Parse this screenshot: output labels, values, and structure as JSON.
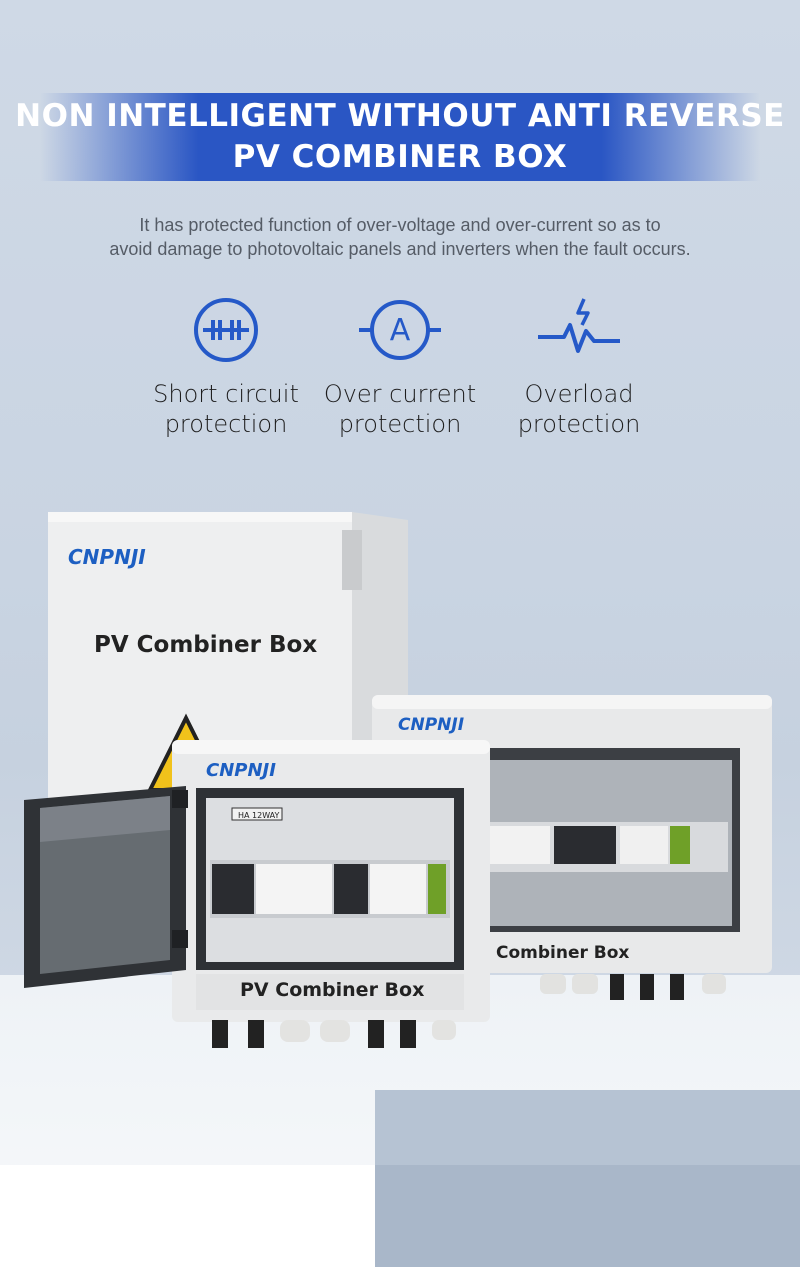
{
  "header": {
    "title_line1": "NON INTELLIGENT WITHOUT ANTI REVERSE",
    "title_line2": "PV COMBINER BOX"
  },
  "description": {
    "line1": "It has protected function of over-voltage and over-current so as to",
    "line2": "avoid damage to photovoltaic panels and inverters when the fault occurs."
  },
  "features": [
    {
      "icon": "short-circuit-icon",
      "line1": "Short circuit",
      "line2": "protection"
    },
    {
      "icon": "ammeter-icon",
      "line1": "Over current",
      "line2": "protection",
      "glyph": "A"
    },
    {
      "icon": "overload-icon",
      "line1": "Overload",
      "line2": "protection"
    }
  ],
  "product": {
    "brand": "CNPNJI",
    "back_label": "PV Combiner Box",
    "front_label": "PV Combiner Box",
    "right_label": "Combiner Box",
    "breaker_tag": "HA 12WAY"
  },
  "colors": {
    "accent": "#2a56c4",
    "icon": "#2559c8",
    "brand": "#1d5fc2"
  }
}
